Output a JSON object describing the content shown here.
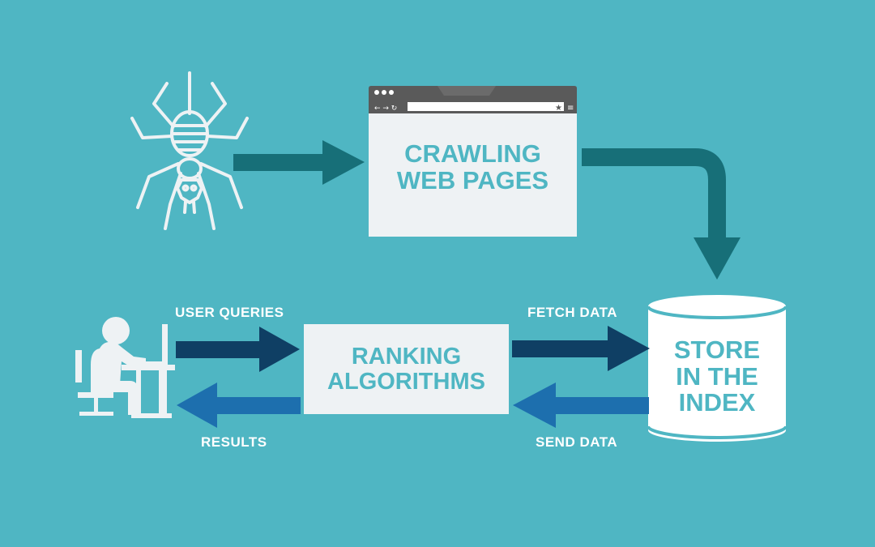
{
  "colors": {
    "background": "#4fb6c3",
    "teal_arrow": "#176f78",
    "navy_arrow": "#0f3f64",
    "blue_arrow": "#1d6fae",
    "box_fill": "#eef2f4",
    "text_accent": "#4fb6c3",
    "white": "#ffffff",
    "browser_bar": "#5a5a5a"
  },
  "icons": {
    "spider": "spider-icon",
    "browser": "browser-window-icon",
    "user": "user-at-desk-icon",
    "database": "database-cylinder-icon"
  },
  "crawl_box": {
    "line1": "CRAWLING",
    "line2": "WEB PAGES"
  },
  "ranking_box": {
    "line1": "RANKING",
    "line2": "ALGORITHMS"
  },
  "index_box": {
    "line1": "STORE",
    "line2": "IN THE",
    "line3": "INDEX"
  },
  "edges": {
    "user_queries": "USER QUERIES",
    "results": "RESULTS",
    "fetch_data": "FETCH DATA",
    "send_data": "SEND DATA"
  }
}
